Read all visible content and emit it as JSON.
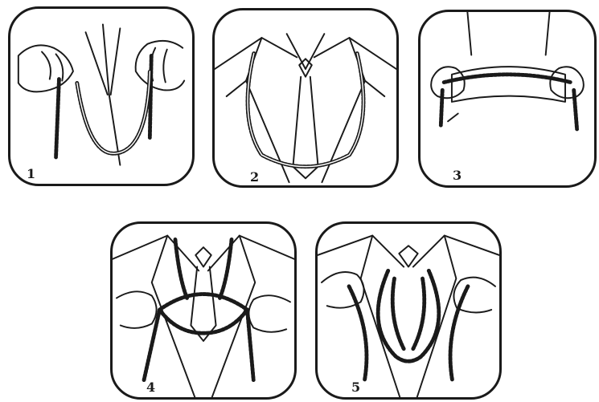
{
  "steps": [
    {
      "number": "1",
      "icon": "hands-holding-cord-icon"
    },
    {
      "number": "2",
      "icon": "cord-around-collar-icon"
    },
    {
      "number": "3",
      "icon": "cord-behind-neck-icon"
    },
    {
      "number": "4",
      "icon": "tying-knot-icon"
    },
    {
      "number": "5",
      "icon": "finished-knot-icon"
    }
  ]
}
